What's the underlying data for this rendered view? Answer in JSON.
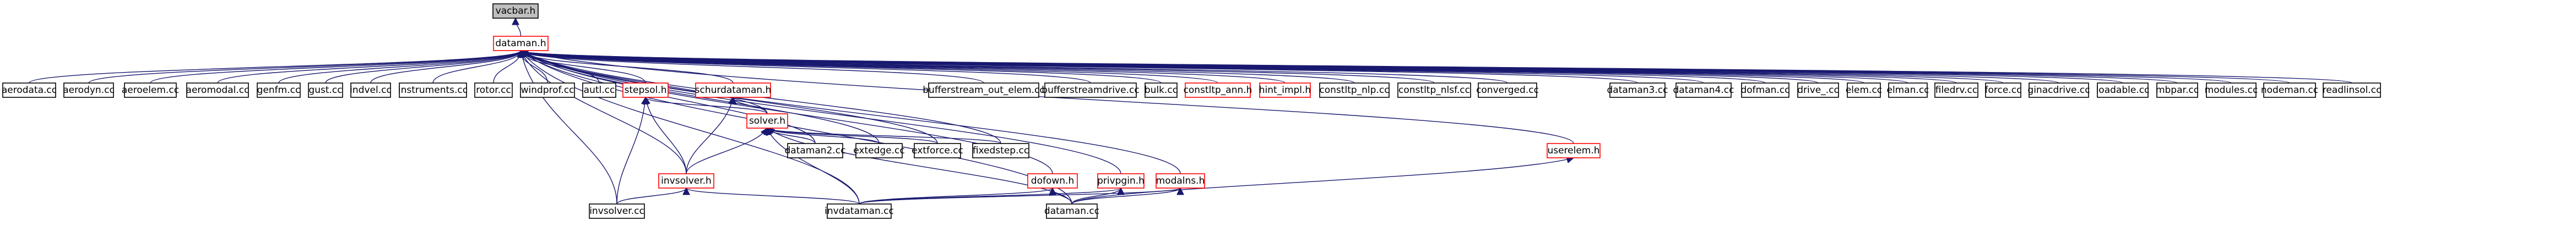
{
  "root": {
    "id": "n_vacbar",
    "label": "vacbar.h"
  },
  "nodes": [
    {
      "id": "n_vacbar",
      "label": "vacbar.h",
      "style": "root"
    },
    {
      "id": "n_dataman",
      "label": "dataman.h",
      "style": "red"
    },
    {
      "id": "n_aerodata",
      "label": "aerodata.cc",
      "style": "black"
    },
    {
      "id": "n_aerodyn",
      "label": "aerodyn.cc",
      "style": "black"
    },
    {
      "id": "n_aeroelem",
      "label": "aeroelem.cc",
      "style": "black"
    },
    {
      "id": "n_aeromodal",
      "label": "aeromodal.cc",
      "style": "black"
    },
    {
      "id": "n_genfm",
      "label": "genfm.cc",
      "style": "black"
    },
    {
      "id": "n_gust",
      "label": "gust.cc",
      "style": "black"
    },
    {
      "id": "n_indvel",
      "label": "indvel.cc",
      "style": "black"
    },
    {
      "id": "n_instruments",
      "label": "instruments.cc",
      "style": "black"
    },
    {
      "id": "n_rotor",
      "label": "rotor.cc",
      "style": "black"
    },
    {
      "id": "n_windprof",
      "label": "windprof.cc",
      "style": "black"
    },
    {
      "id": "n_autl",
      "label": "autl.cc",
      "style": "black"
    },
    {
      "id": "n_stepsol",
      "label": "stepsol.h",
      "style": "red"
    },
    {
      "id": "n_schurdataman",
      "label": "schurdataman.h",
      "style": "red"
    },
    {
      "id": "n_solver",
      "label": "solver.h",
      "style": "red"
    },
    {
      "id": "n_invsolver_h",
      "label": "invsolver.h",
      "style": "red"
    },
    {
      "id": "n_invsolver_cc",
      "label": "invsolver.cc",
      "style": "black"
    },
    {
      "id": "n_dataman2",
      "label": "dataman2.cc",
      "style": "black"
    },
    {
      "id": "n_extedge",
      "label": "extedge.cc",
      "style": "black"
    },
    {
      "id": "n_extforce",
      "label": "extforce.cc",
      "style": "black"
    },
    {
      "id": "n_fixedstep",
      "label": "fixedstep.cc",
      "style": "black"
    },
    {
      "id": "n_dofown",
      "label": "dofown.h",
      "style": "red"
    },
    {
      "id": "n_privpgin",
      "label": "privpgin.h",
      "style": "red"
    },
    {
      "id": "n_modalns",
      "label": "modalns.h",
      "style": "red"
    },
    {
      "id": "n_invdataman",
      "label": "invdataman.cc",
      "style": "black"
    },
    {
      "id": "n_dataman_cc",
      "label": "dataman.cc",
      "style": "black"
    },
    {
      "id": "n_bufferstream_out_elem",
      "label": "bufferstream_out_elem.cc",
      "style": "black"
    },
    {
      "id": "n_bufferstreamdrive",
      "label": "bufferstreamdrive.cc",
      "style": "black"
    },
    {
      "id": "n_bulk",
      "label": "bulk.cc",
      "style": "black"
    },
    {
      "id": "n_constltp_ann",
      "label": "constltp_ann.h",
      "style": "red"
    },
    {
      "id": "n_hint_impl",
      "label": "hint_impl.h",
      "style": "red"
    },
    {
      "id": "n_constltp_nlp",
      "label": "constltp_nlp.cc",
      "style": "black"
    },
    {
      "id": "n_constltp_nlsf",
      "label": "constltp_nlsf.cc",
      "style": "black"
    },
    {
      "id": "n_converged",
      "label": "converged.cc",
      "style": "black"
    },
    {
      "id": "n_userelem",
      "label": "userelem.h",
      "style": "red"
    },
    {
      "id": "n_dataman3",
      "label": "dataman3.cc",
      "style": "black"
    },
    {
      "id": "n_dataman4",
      "label": "dataman4.cc",
      "style": "black"
    },
    {
      "id": "n_dofman",
      "label": "dofman.cc",
      "style": "black"
    },
    {
      "id": "n_drive",
      "label": "drive_.cc",
      "style": "black"
    },
    {
      "id": "n_elem",
      "label": "elem.cc",
      "style": "black"
    },
    {
      "id": "n_elman",
      "label": "elman.cc",
      "style": "black"
    },
    {
      "id": "n_filedrv",
      "label": "filedrv.cc",
      "style": "black"
    },
    {
      "id": "n_force",
      "label": "force.cc",
      "style": "black"
    },
    {
      "id": "n_ginacdrive",
      "label": "ginacdrive.cc",
      "style": "black"
    },
    {
      "id": "n_loadable",
      "label": "loadable.cc",
      "style": "black"
    },
    {
      "id": "n_mbpar",
      "label": "mbpar.cc",
      "style": "black"
    },
    {
      "id": "n_modules",
      "label": "modules.cc",
      "style": "black"
    },
    {
      "id": "n_nodeman",
      "label": "nodeman.cc",
      "style": "black"
    },
    {
      "id": "n_readlinsol",
      "label": "readlinsol.cc",
      "style": "black"
    }
  ],
  "edges": [
    {
      "from": "n_vacbar",
      "to": "n_dataman"
    },
    {
      "from": "n_dataman",
      "to": "n_aerodata"
    },
    {
      "from": "n_dataman",
      "to": "n_aerodyn"
    },
    {
      "from": "n_dataman",
      "to": "n_aeroelem"
    },
    {
      "from": "n_dataman",
      "to": "n_aeromodal"
    },
    {
      "from": "n_dataman",
      "to": "n_genfm"
    },
    {
      "from": "n_dataman",
      "to": "n_gust"
    },
    {
      "from": "n_dataman",
      "to": "n_indvel"
    },
    {
      "from": "n_dataman",
      "to": "n_instruments"
    },
    {
      "from": "n_dataman",
      "to": "n_rotor"
    },
    {
      "from": "n_dataman",
      "to": "n_windprof"
    },
    {
      "from": "n_dataman",
      "to": "n_autl"
    },
    {
      "from": "n_dataman",
      "to": "n_stepsol"
    },
    {
      "from": "n_dataman",
      "to": "n_schurdataman"
    },
    {
      "from": "n_dataman",
      "to": "n_solver"
    },
    {
      "from": "n_dataman",
      "to": "n_invsolver_h"
    },
    {
      "from": "n_dataman",
      "to": "n_invsolver_cc"
    },
    {
      "from": "n_dataman",
      "to": "n_dataman2"
    },
    {
      "from": "n_dataman",
      "to": "n_extedge"
    },
    {
      "from": "n_dataman",
      "to": "n_extforce"
    },
    {
      "from": "n_dataman",
      "to": "n_fixedstep"
    },
    {
      "from": "n_dataman",
      "to": "n_dofown"
    },
    {
      "from": "n_dataman",
      "to": "n_privpgin"
    },
    {
      "from": "n_dataman",
      "to": "n_modalns"
    },
    {
      "from": "n_dataman",
      "to": "n_invdataman"
    },
    {
      "from": "n_dataman",
      "to": "n_dataman_cc"
    },
    {
      "from": "n_dataman",
      "to": "n_bufferstream_out_elem"
    },
    {
      "from": "n_dataman",
      "to": "n_bufferstreamdrive"
    },
    {
      "from": "n_dataman",
      "to": "n_bulk"
    },
    {
      "from": "n_dataman",
      "to": "n_constltp_ann"
    },
    {
      "from": "n_dataman",
      "to": "n_hint_impl"
    },
    {
      "from": "n_dataman",
      "to": "n_constltp_nlp"
    },
    {
      "from": "n_dataman",
      "to": "n_constltp_nlsf"
    },
    {
      "from": "n_dataman",
      "to": "n_converged"
    },
    {
      "from": "n_dataman",
      "to": "n_userelem"
    },
    {
      "from": "n_dataman",
      "to": "n_dataman3"
    },
    {
      "from": "n_dataman",
      "to": "n_dataman4"
    },
    {
      "from": "n_dataman",
      "to": "n_dofman"
    },
    {
      "from": "n_dataman",
      "to": "n_drive"
    },
    {
      "from": "n_dataman",
      "to": "n_elem"
    },
    {
      "from": "n_dataman",
      "to": "n_elman"
    },
    {
      "from": "n_dataman",
      "to": "n_filedrv"
    },
    {
      "from": "n_dataman",
      "to": "n_force"
    },
    {
      "from": "n_dataman",
      "to": "n_ginacdrive"
    },
    {
      "from": "n_dataman",
      "to": "n_loadable"
    },
    {
      "from": "n_dataman",
      "to": "n_mbpar"
    },
    {
      "from": "n_dataman",
      "to": "n_modules"
    },
    {
      "from": "n_dataman",
      "to": "n_nodeman"
    },
    {
      "from": "n_dataman",
      "to": "n_readlinsol"
    },
    {
      "from": "n_stepsol",
      "to": "n_invsolver_h"
    },
    {
      "from": "n_stepsol",
      "to": "n_invsolver_cc"
    },
    {
      "from": "n_stepsol",
      "to": "n_solver"
    },
    {
      "from": "n_schurdataman",
      "to": "n_solver"
    },
    {
      "from": "n_schurdataman",
      "to": "n_invsolver_h"
    },
    {
      "from": "n_solver",
      "to": "n_invsolver_h"
    },
    {
      "from": "n_solver",
      "to": "n_dataman2"
    },
    {
      "from": "n_solver",
      "to": "n_extedge"
    },
    {
      "from": "n_solver",
      "to": "n_extforce"
    },
    {
      "from": "n_solver",
      "to": "n_fixedstep"
    },
    {
      "from": "n_solver",
      "to": "n_invdataman"
    },
    {
      "from": "n_solver",
      "to": "n_dataman_cc"
    },
    {
      "from": "n_invsolver_h",
      "to": "n_invsolver_cc"
    },
    {
      "from": "n_invsolver_h",
      "to": "n_invdataman"
    },
    {
      "from": "n_dofown",
      "to": "n_invdataman"
    },
    {
      "from": "n_dofown",
      "to": "n_dataman_cc"
    },
    {
      "from": "n_privpgin",
      "to": "n_invdataman"
    },
    {
      "from": "n_privpgin",
      "to": "n_dataman_cc"
    },
    {
      "from": "n_modalns",
      "to": "n_dataman_cc"
    },
    {
      "from": "n_modalns",
      "to": "n_invdataman"
    },
    {
      "from": "n_userelem",
      "to": "n_dataman_cc"
    }
  ]
}
